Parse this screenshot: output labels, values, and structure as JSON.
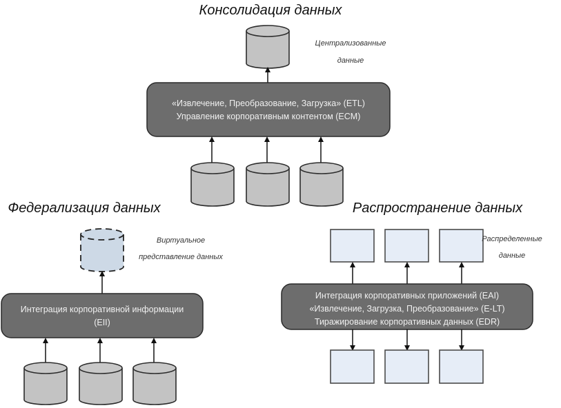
{
  "consolidation": {
    "title": "Консолидация данных",
    "target_label": [
      "Централизованные",
      "данные"
    ],
    "process_lines": [
      "«Извлечение, Преобразование, Загрузка» (ETL)",
      "Управление корпоративным контентом (ECM)"
    ],
    "source_count": 3
  },
  "federation": {
    "title": "Федерализация данных",
    "target_label": [
      "Виртуальное",
      "представление данных"
    ],
    "process_lines": [
      "Интеграция корпоративной информации",
      "(EII)"
    ],
    "source_count": 3
  },
  "propagation": {
    "title": "Распространение данных",
    "target_label": [
      "Распределенные",
      "данные"
    ],
    "process_lines": [
      "Интеграция корпоративных приложений (EAI)",
      "«Извлечение, Загрузка, Преобразование» (E-LT)",
      "Тиражирование корпоративных данных (EDR)"
    ],
    "top_box_count": 3,
    "bottom_box_count": 3
  },
  "colors": {
    "process_fill": "#6d6d6d",
    "cylinder_fill": "#c3c3c3",
    "virtual_fill": "#cdd9e6",
    "data_box_fill": "#e6edf7"
  }
}
